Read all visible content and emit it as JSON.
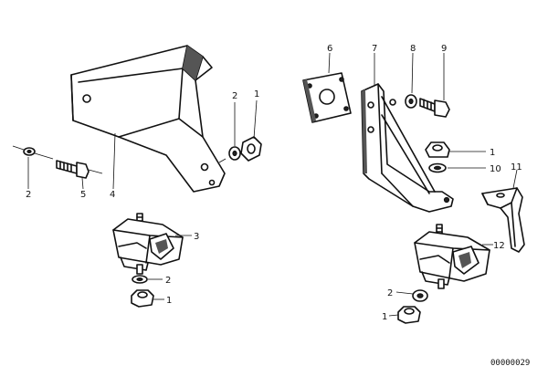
{
  "callouts": {
    "c1": "1",
    "c2": "2",
    "c3": "3",
    "c4": "4",
    "c5": "5",
    "c6": "6",
    "c7": "7",
    "c8": "8",
    "c9": "9",
    "c10": "10",
    "c11": "11",
    "c12": "12"
  },
  "diagram_ref": "00000029"
}
